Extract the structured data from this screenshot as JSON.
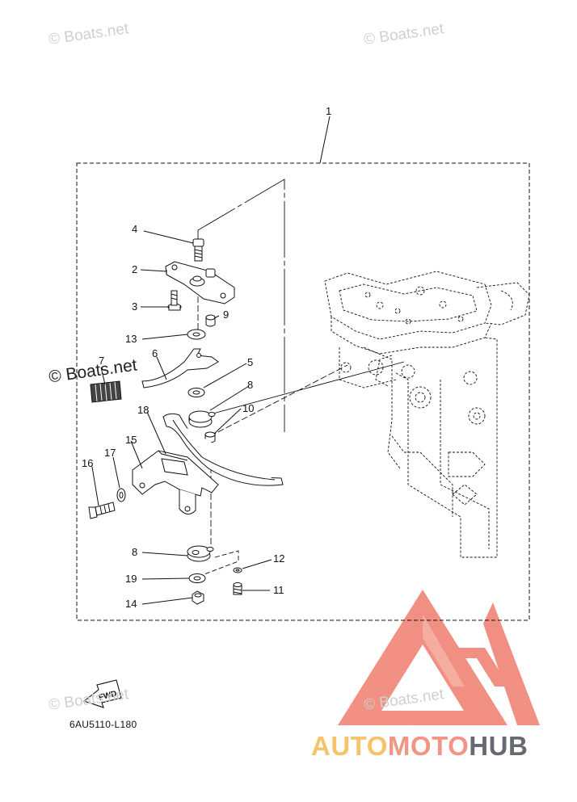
{
  "watermarks": {
    "top_left": "© Boats.net",
    "top_right": "© Boats.net",
    "left_mid": "© Boats.net",
    "bottom_left": "© Boats.net",
    "bottom_right": "© Boats.net"
  },
  "callouts": {
    "c1": "1",
    "c2": "2",
    "c3": "3",
    "c4": "4",
    "c5": "5",
    "c6": "6",
    "c7": "7",
    "c8a": "8",
    "c8b": "8",
    "c9": "9",
    "c10": "10",
    "c11": "11",
    "c12": "12",
    "c13": "13",
    "c14": "14",
    "c15": "15",
    "c16": "16",
    "c17": "17",
    "c18": "18",
    "c19": "19"
  },
  "fwd_label": "FWD",
  "diagram_code": "6AU5110-L180",
  "brand": {
    "part1": "AUTO",
    "part2": "MOTO",
    "part3": "HUB"
  },
  "colors": {
    "logo_red": "#f08a7c",
    "logo_yellow": "#f4c36a",
    "logo_gray": "#666a70",
    "line": "#111111"
  }
}
